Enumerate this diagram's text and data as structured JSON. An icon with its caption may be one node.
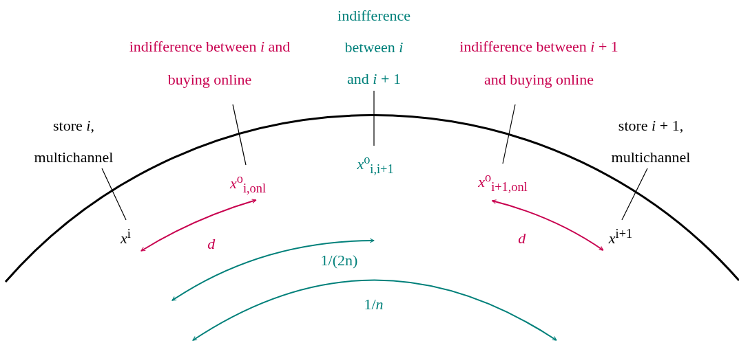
{
  "diagram": {
    "nodes": [
      {
        "text": [
          "store *i*, multichannel"
        ]
      },
      {
        "text": [
          "indifference between *i* and buying online"
        ]
      },
      {
        "text": [
          "indifference between *i* and *i* + 1"
        ]
      },
      {
        "text": [
          "indifference between *i* + 1 and buying online"
        ]
      },
      {
        "text": [
          "store *i* + 1, multichannel"
        ]
      },
      {
        "text": [
          "*x*$^{i}$"
        ]
      },
      {
        "text": [
          "*x*$^{o}$$_{i,onl}$"
        ]
      },
      {
        "text": [
          "*x*$^{o}$$_{i,i+1}$"
        ]
      },
      {
        "text": [
          "*x*$^{o}$$_{i+1,onl}$"
        ]
      },
      {
        "text": [
          "*x*$^{i+1}$"
        ]
      }
    ],
    "edges": [
      {
        "from": 0,
        "to": 5,
        "arrow": "none"
      },
      {
        "from": 1,
        "to": 6,
        "arrow": "none"
      },
      {
        "from": 2,
        "to": 7,
        "arrow": "none"
      },
      {
        "from": 3,
        "to": 8,
        "arrow": "none"
      },
      {
        "from": 4,
        "to": 9,
        "arrow": "none"
      },
      {
        "from": 5,
        "to": 6,
        "arrow": "both",
        "label": "*d*",
        "color": "#c8004f"
      },
      {
        "from": 8,
        "to": 9,
        "arrow": "both",
        "label": "*d*",
        "color": "#c8004f"
      }
    ],
    "labels": [
      "1/(2n)",
      "1/*n*"
    ]
  }
}
